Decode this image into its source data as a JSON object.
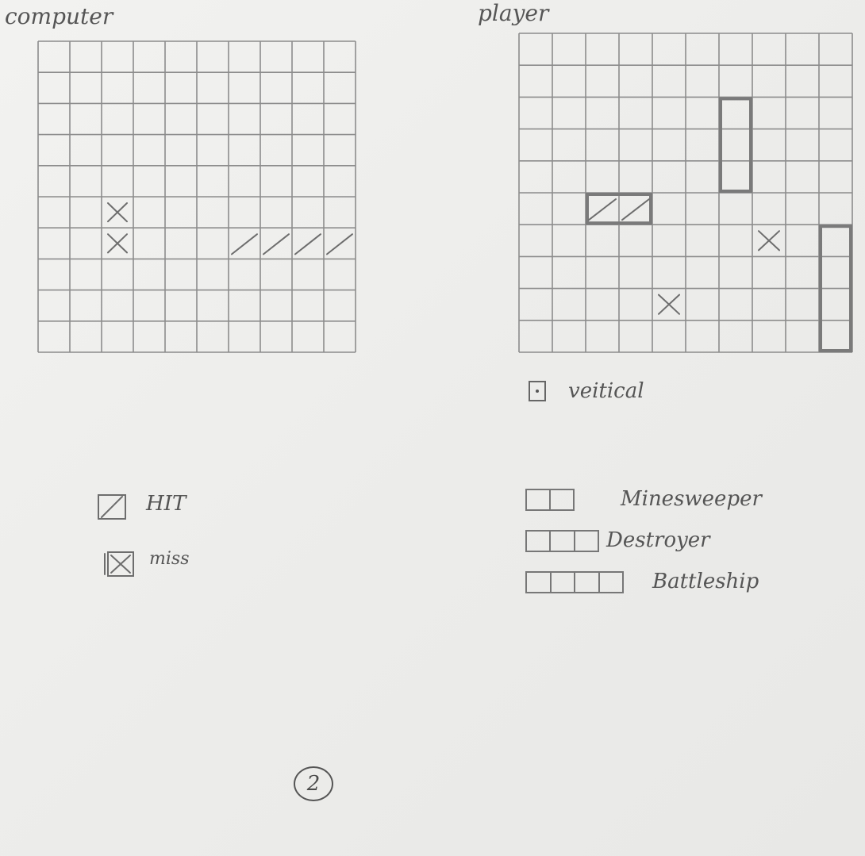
{
  "computer_board": {
    "title": "computer",
    "rows": 10,
    "cols": 10,
    "misses": [
      [
        5,
        2
      ],
      [
        6,
        2
      ]
    ],
    "hits": [
      [
        6,
        6
      ],
      [
        6,
        7
      ],
      [
        6,
        8
      ],
      [
        6,
        9
      ]
    ]
  },
  "player_board": {
    "title": "player",
    "rows": 10,
    "cols": 10,
    "hits": [
      [
        5,
        2
      ],
      [
        5,
        3
      ]
    ],
    "misses": [
      [
        6,
        7
      ],
      [
        8,
        4
      ]
    ],
    "ships": [
      {
        "row": 2,
        "col": 6,
        "length": 3,
        "orientation": "vertical"
      },
      {
        "row": 5,
        "col": 2,
        "length": 2,
        "orientation": "horizontal"
      },
      {
        "row": 6,
        "col": 9,
        "length": 4,
        "orientation": "vertical"
      }
    ]
  },
  "vertical_toggle": {
    "label": "veitical",
    "checked": true
  },
  "legend": {
    "hit_label": "HIT",
    "miss_label": "miss"
  },
  "ships_legend": [
    {
      "name": "Minesweeper",
      "size": 2
    },
    {
      "name": "Destroyer",
      "size": 3
    },
    {
      "name": "Battleship",
      "size": 4
    }
  ],
  "page_number": "2"
}
